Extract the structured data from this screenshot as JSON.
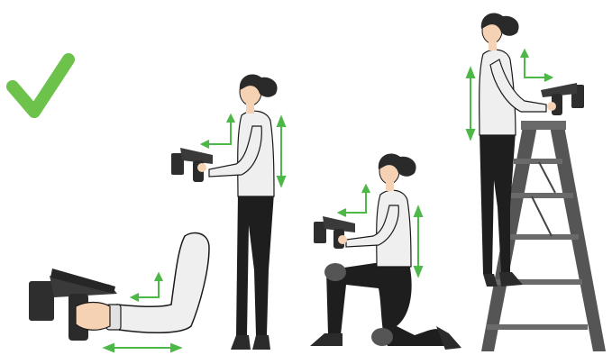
{
  "illustration": {
    "subject": "correct-handheld-scanner-posture",
    "poses": [
      "arm-reaching-low",
      "standing",
      "kneeling",
      "standing-on-ladder"
    ],
    "icons": [
      "checkmark-icon",
      "arrow-horizontal-icon",
      "arrow-vertical-icon",
      "arrow-elbow-icon"
    ]
  },
  "colors": {
    "check": "#6cc24a",
    "arrow": "#4db848",
    "skin": "#f6d2b4",
    "shirt": "#efefef",
    "pants": "#1e1e1e",
    "hair": "#2a2a2a",
    "outline": "#1a1a1a",
    "device": "#3a3a3a",
    "device_dark": "#262626",
    "ladder": "#555555",
    "ladder_light": "#6a6a6a"
  }
}
